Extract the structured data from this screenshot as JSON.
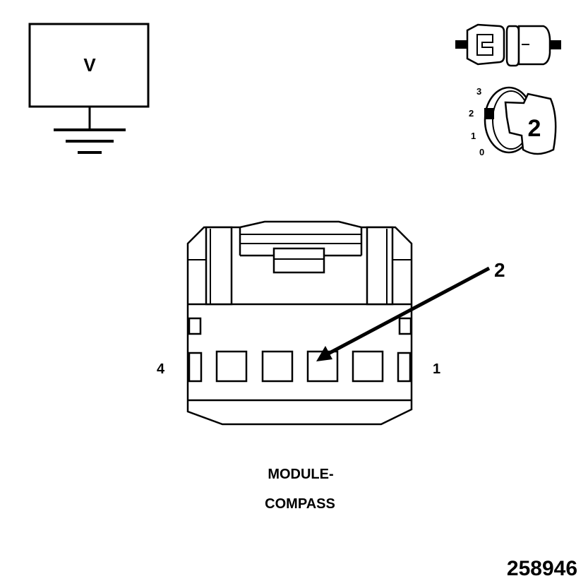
{
  "voltmeter": {
    "symbol": "V"
  },
  "connector_icon": {
    "icon": "connector-icon"
  },
  "ignition": {
    "icon": "ignition-key-icon",
    "positions": [
      "3",
      "2",
      "1",
      "0"
    ],
    "key_label": "2"
  },
  "connector": {
    "left_pin_label": "4",
    "right_pin_label": "1",
    "callout_label": "2"
  },
  "caption": {
    "line1": "MODULE-",
    "line2": "COMPASS"
  },
  "figure_number": "258946"
}
